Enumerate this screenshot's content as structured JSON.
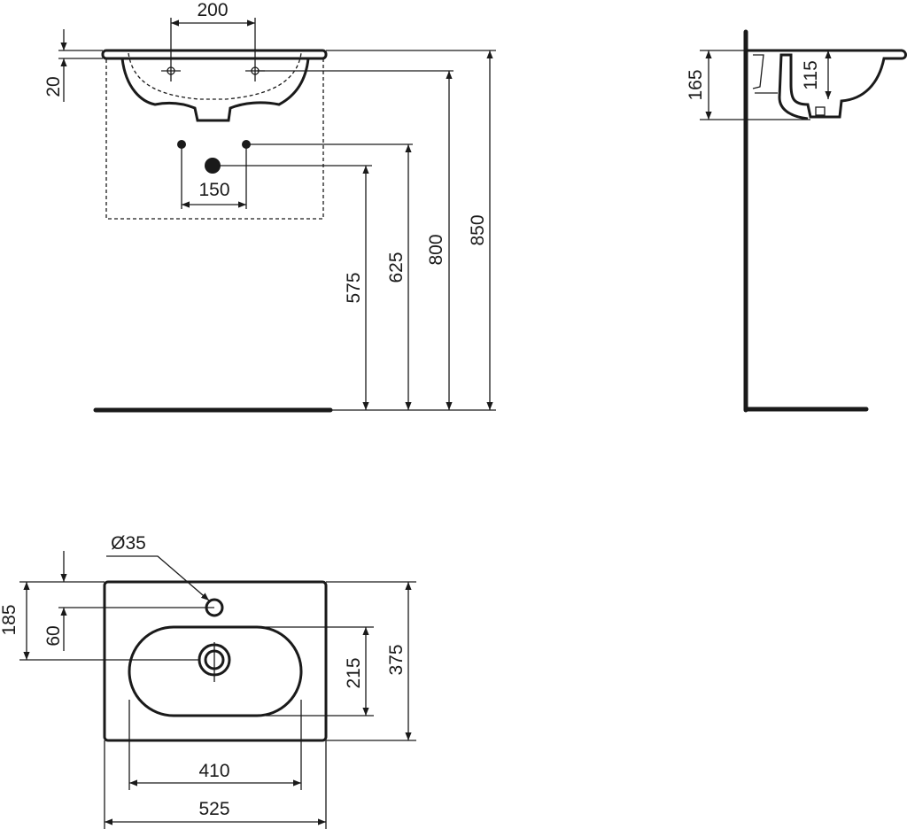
{
  "drawing": {
    "front_view": {
      "tap_hole_spacing": "200",
      "rim_thickness": "20",
      "supply_spacing": "150",
      "waste_height": "575",
      "supply_height": "625",
      "bowl_height": "800",
      "rim_height": "850"
    },
    "side_view": {
      "overall_depth": "165",
      "bowl_depth": "115"
    },
    "plan_view": {
      "tap_hole_diameter": "Ø35",
      "drain_from_back": "185",
      "tap_hole_from_back": "60",
      "bowl_width": "215",
      "overall_width": "375",
      "bowl_length": "410",
      "overall_length": "525"
    }
  }
}
